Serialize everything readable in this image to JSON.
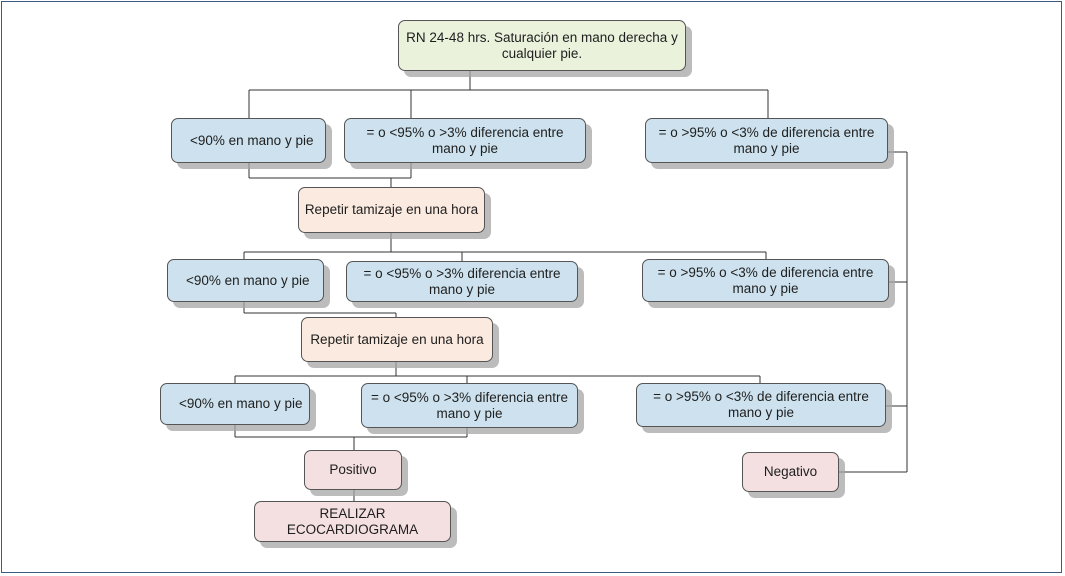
{
  "top": "RN 24-48 hrs. Saturación en mano derecha y cualquier pie.",
  "rounds": [
    {
      "low": "<90% en mano y pie",
      "mid": "= o <95% o >3% diferencia entre mano y pie",
      "high": "= o >95% o <3% de diferencia entre mano y pie"
    },
    {
      "low": "<90% en mano y pie",
      "mid": "= o <95% o >3% diferencia entre mano y pie",
      "high": "= o >95% o <3% de diferencia entre mano y pie"
    },
    {
      "low": "<90% en mano y pie",
      "mid": "= o <95% o >3% diferencia entre mano y pie",
      "high": "= o >95% o <3% de diferencia entre mano y pie"
    }
  ],
  "repeat": [
    "Repetir tamizaje en una hora",
    "Repetir tamizaje en una hora"
  ],
  "positive": "Positivo",
  "negative": "Negativo",
  "action": "REALIZAR ECOCARDIOGRAMA"
}
